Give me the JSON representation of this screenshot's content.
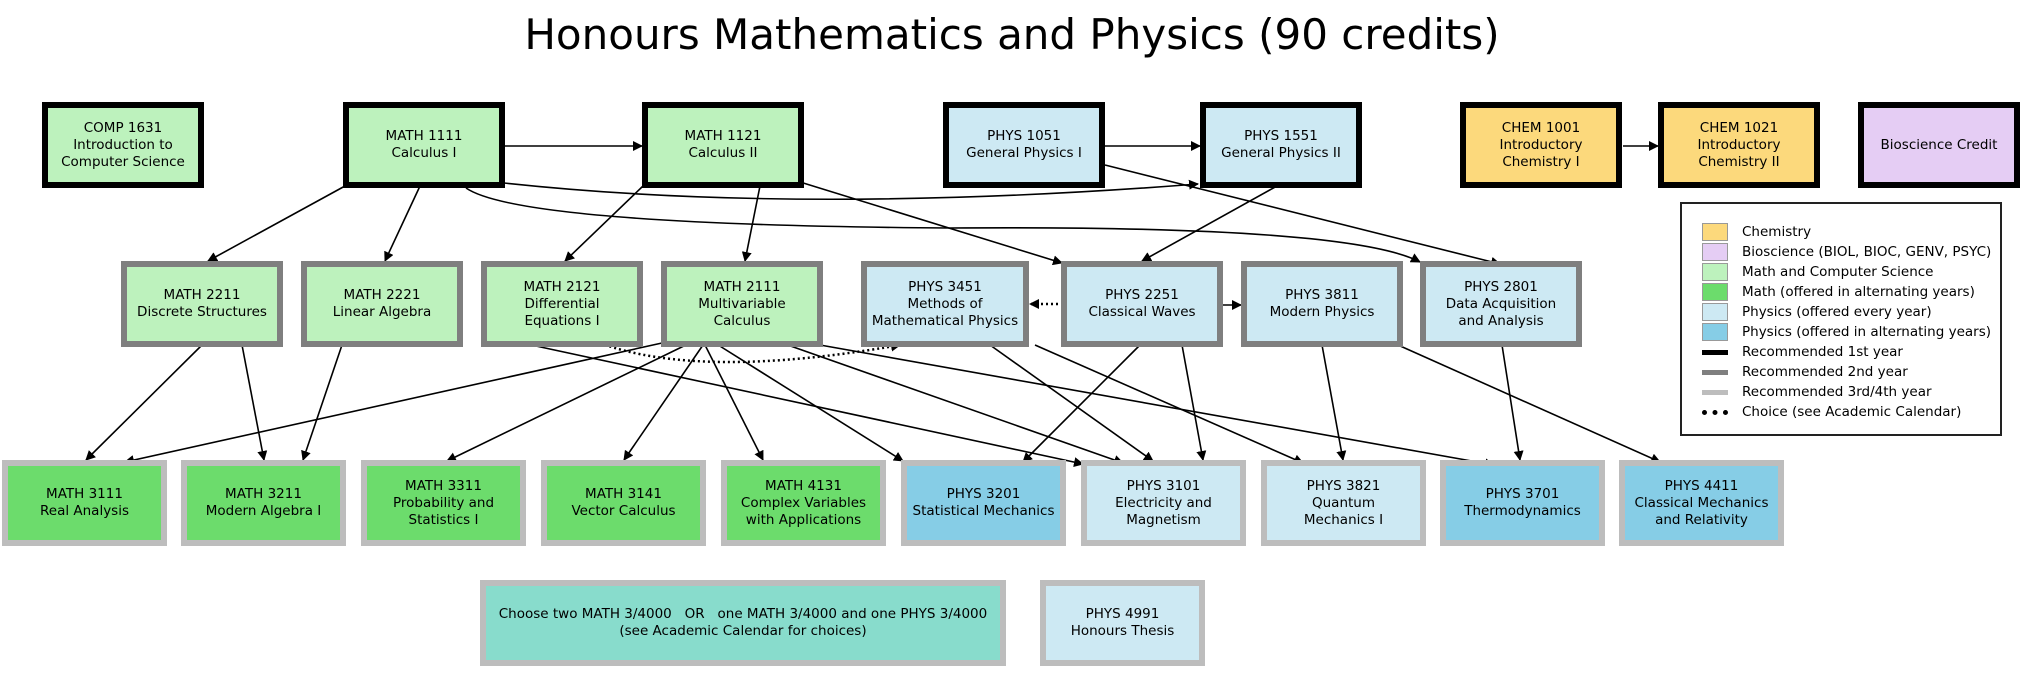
{
  "title": "Honours Mathematics and Physics (90 credits)",
  "colors": {
    "chemistry": "#fcd97c",
    "bioscience": "#e5cdf4",
    "math": "#bdf2bd",
    "math_alt": "#6cdc6c",
    "physics": "#cde9f3",
    "physics_alt": "#86cde6",
    "choice": "#88dccc",
    "year1": "#000000",
    "year2": "#7f7f7f",
    "year34": "#bdbdbd"
  },
  "courses": {
    "comp1631": {
      "code": "COMP 1631",
      "name": "Introduction to\nComputer Science"
    },
    "math1111": {
      "code": "MATH 1111",
      "name": "Calculus I"
    },
    "math1121": {
      "code": "MATH 1121",
      "name": "Calculus II"
    },
    "phys1051": {
      "code": "PHYS 1051",
      "name": "General Physics I"
    },
    "phys1551": {
      "code": "PHYS 1551",
      "name": "General Physics II"
    },
    "chem1001": {
      "code": "CHEM 1001",
      "name": "Introductory\nChemistry I"
    },
    "chem1021": {
      "code": "CHEM 1021",
      "name": "Introductory\nChemistry II"
    },
    "bio": {
      "code": "",
      "name": "Bioscience Credit"
    },
    "math2211": {
      "code": "MATH 2211",
      "name": "Discrete Structures"
    },
    "math2221": {
      "code": "MATH 2221",
      "name": "Linear Algebra"
    },
    "math2121": {
      "code": "MATH 2121",
      "name": "Differential\nEquations I"
    },
    "math2111": {
      "code": "MATH 2111",
      "name": "Multivariable\nCalculus"
    },
    "phys3451": {
      "code": "PHYS 3451",
      "name": "Methods of\nMathematical Physics"
    },
    "phys2251": {
      "code": "PHYS 2251",
      "name": "Classical Waves"
    },
    "phys3811": {
      "code": "PHYS 3811",
      "name": "Modern Physics"
    },
    "phys2801": {
      "code": "PHYS 2801",
      "name": "Data Acquisition\nand Analysis"
    },
    "math3111": {
      "code": "MATH 3111",
      "name": "Real Analysis"
    },
    "math3211": {
      "code": "MATH 3211",
      "name": "Modern Algebra I"
    },
    "math3311": {
      "code": "MATH 3311",
      "name": "Probability and\nStatistics I"
    },
    "math3141": {
      "code": "MATH 3141",
      "name": "Vector Calculus"
    },
    "math4131": {
      "code": "MATH 4131",
      "name": "Complex Variables\nwith Applications"
    },
    "phys3201": {
      "code": "PHYS 3201",
      "name": "Statistical Mechanics"
    },
    "phys3101": {
      "code": "PHYS 3101",
      "name": "Electricity and\nMagnetism"
    },
    "phys3821": {
      "code": "PHYS 3821",
      "name": "Quantum\nMechanics I"
    },
    "phys3701": {
      "code": "PHYS 3701",
      "name": "Thermodynamics"
    },
    "phys4411": {
      "code": "PHYS 4411",
      "name": "Classical Mechanics\nand Relativity"
    },
    "choose": {
      "code": "Choose two MATH 3/4000   OR   one MATH 3/4000 and one PHYS 3/4000",
      "name": "(see Academic Calendar for choices)"
    },
    "phys4991": {
      "code": "PHYS 4991",
      "name": "Honours Thesis"
    }
  },
  "legend": {
    "items": [
      {
        "label": "Chemistry",
        "kind": "swatch",
        "color": "#fcd97c"
      },
      {
        "label": "Bioscience (BIOL, BIOC, GENV, PSYC)",
        "kind": "swatch",
        "color": "#e5cdf4"
      },
      {
        "label": "Math and Computer Science",
        "kind": "swatch",
        "color": "#bdf2bd"
      },
      {
        "label": "Math (offered in alternating years)",
        "kind": "swatch",
        "color": "#6cdc6c"
      },
      {
        "label": "Physics (offered every year)",
        "kind": "swatch",
        "color": "#cde9f3"
      },
      {
        "label": "Physics (offered in alternating years)",
        "kind": "swatch",
        "color": "#86cde6"
      },
      {
        "label": "Recommended 1st year",
        "kind": "line",
        "color": "#000000"
      },
      {
        "label": "Recommended 2nd year",
        "kind": "line",
        "color": "#7f7f7f"
      },
      {
        "label": "Recommended 3rd/4th year",
        "kind": "line",
        "color": "#bdbdbd"
      },
      {
        "label": "Choice (see Academic Calendar)",
        "kind": "dotted",
        "color": "#000000"
      }
    ]
  }
}
